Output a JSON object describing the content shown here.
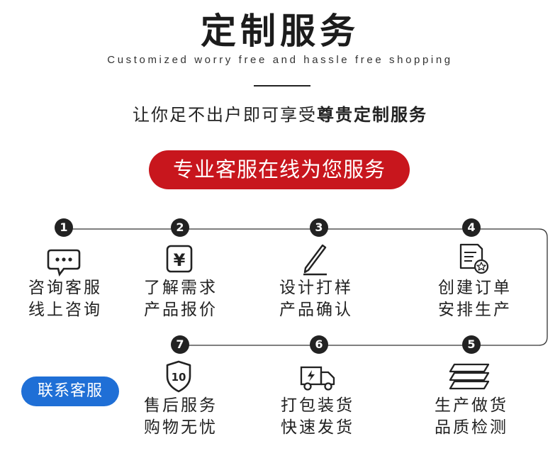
{
  "header": {
    "title": "定制服务",
    "subtitle": "Customized worry free and hassle free shopping",
    "tagline_prefix": "让你足不出户即可享受",
    "tagline_emphasis": "尊贵定制服务"
  },
  "banner": {
    "label": "专业客服在线为您服务"
  },
  "contact_button": {
    "label": "联系客服"
  },
  "steps": [
    {
      "number": "1",
      "line1": "咨询客服",
      "line2": "线上咨询",
      "icon": "chat-bubble-icon"
    },
    {
      "number": "2",
      "line1": "了解需求",
      "line2": "产品报价",
      "icon": "yen-icon"
    },
    {
      "number": "3",
      "line1": "设计打样",
      "line2": "产品确认",
      "icon": "pen-icon"
    },
    {
      "number": "4",
      "line1": "创建订单",
      "line2": "安排生产",
      "icon": "order-document-icon"
    },
    {
      "number": "5",
      "line1": "生产做货",
      "line2": "品质检测",
      "icon": "stack-icon"
    },
    {
      "number": "6",
      "line1": "打包装货",
      "line2": "快速发货",
      "icon": "truck-icon"
    },
    {
      "number": "7",
      "line1": "售后服务",
      "line2": "购物无忧",
      "icon": "shield-10-icon"
    }
  ],
  "icon_text": {
    "yen": "¥",
    "shield": "10"
  }
}
